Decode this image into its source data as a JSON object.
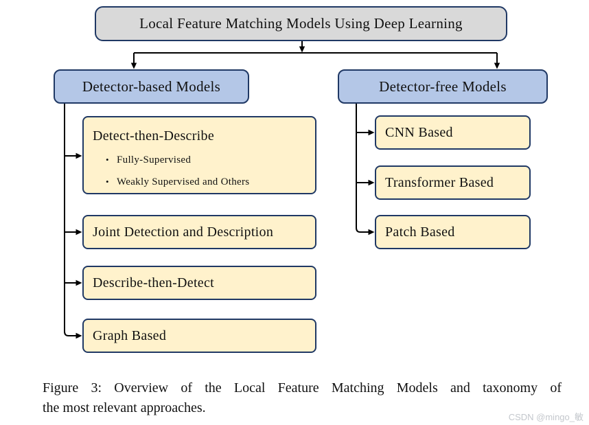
{
  "diagram": {
    "bullet_glyph": "•",
    "root": {
      "label": "Local Feature Matching Models Using Deep Learning"
    },
    "branches": [
      {
        "label": "Detector-based Models",
        "children": [
          {
            "label": "Detect-then-Describe",
            "bullets": [
              "Fully-Supervised",
              "Weakly Supervised and Others"
            ]
          },
          {
            "label": "Joint Detection and Description"
          },
          {
            "label": "Describe-then-Detect"
          },
          {
            "label": "Graph Based"
          }
        ]
      },
      {
        "label": "Detector-free Models",
        "children": [
          {
            "label": "CNN Based"
          },
          {
            "label": "Transformer Based"
          },
          {
            "label": "Patch Based"
          }
        ]
      }
    ]
  },
  "caption": {
    "label_prefix": "Figure 3:",
    "line1": "Figure 3: Overview of the Local Feature Matching Models and taxonomy of",
    "line2": "the most relevant approaches."
  },
  "watermark": "CSDN @mingo_敏",
  "colors": {
    "root_fill": "#D9D9D9",
    "category_fill": "#B4C7E7",
    "leaf_fill": "#FFF2CC",
    "node_border": "#1F3864",
    "connector": "#000000",
    "watermark_text": "#C3C7CC",
    "background": "#FFFFFF"
  }
}
